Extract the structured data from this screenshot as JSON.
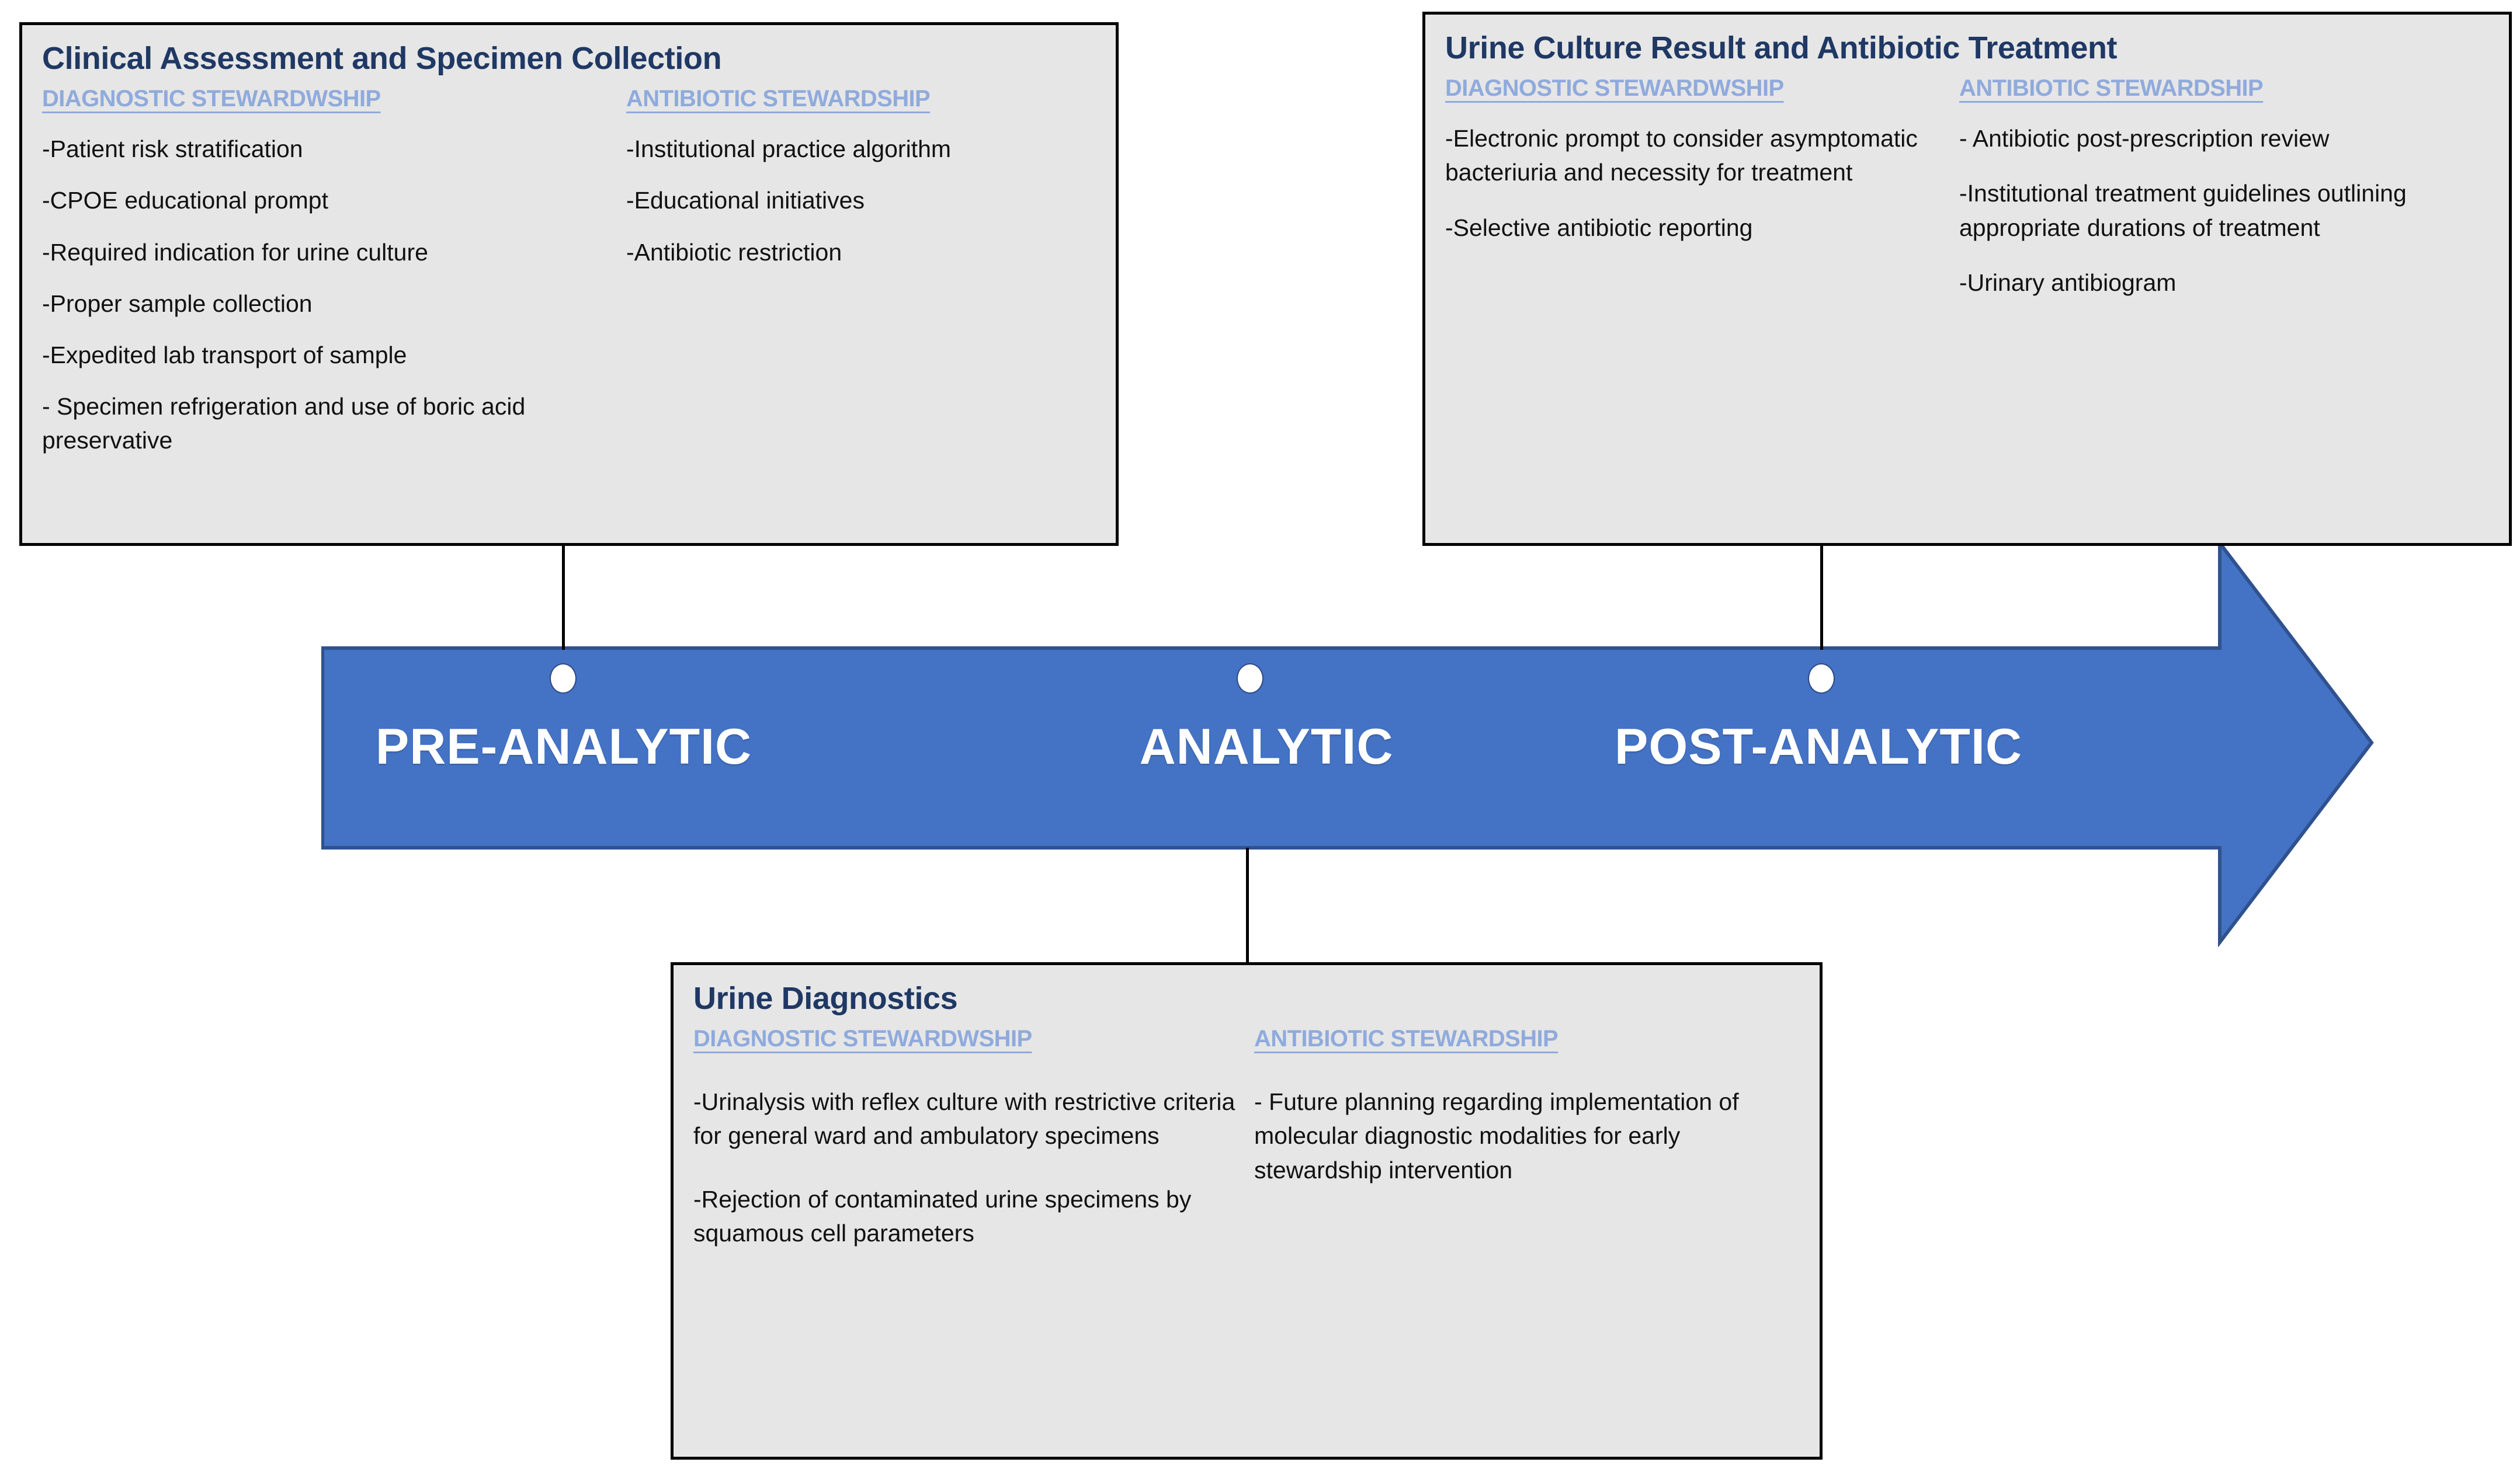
{
  "colors": {
    "arrow_fill": "#4472C4",
    "arrow_stroke": "#2F528F",
    "box_fill": "#E6E6E6",
    "box_border": "#000000",
    "box_title": "#1F3864",
    "column_header": "#8FAADC",
    "body_text": "#111111",
    "label_text": "#FFFFFF",
    "page_background": "#FFFFFF"
  },
  "timeline": {
    "stages": [
      {
        "id": "pre",
        "label": "PRE-ANALYTIC",
        "dot": "stage-dot"
      },
      {
        "id": "ana",
        "label": "ANALYTIC",
        "dot": "stage-dot"
      },
      {
        "id": "post",
        "label": "POST-ANALYTIC",
        "dot": "stage-dot"
      }
    ],
    "arrow_direction": "right"
  },
  "boxes": [
    {
      "id": "clinical",
      "title": "Clinical Assessment and Specimen Collection",
      "linked_stage": "PRE-ANALYTIC",
      "columns": [
        {
          "header": "DIAGNOSTIC STEWARDWSHIP",
          "items": [
            "-Patient risk stratification",
            "-CPOE educational prompt",
            "-Required indication for urine culture",
            "-Proper sample collection",
            "-Expedited lab transport of sample",
            "- Specimen refrigeration and use of boric acid preservative"
          ]
        },
        {
          "header": "ANTIBIOTIC STEWARDSHIP",
          "items": [
            "-Institutional practice algorithm",
            "-Educational initiatives",
            "-Antibiotic restriction"
          ]
        }
      ]
    },
    {
      "id": "culture",
      "title": "Urine Culture Result and Antibiotic Treatment",
      "linked_stage": "POST-ANALYTIC",
      "columns": [
        {
          "header": "DIAGNOSTIC STEWARDWSHIP",
          "items": [
            "-Electronic prompt to consider asymptomatic bacteriuria and necessity for treatment",
            "-Selective antibiotic reporting"
          ]
        },
        {
          "header": "ANTIBIOTIC STEWARDSHIP",
          "items": [
            "- Antibiotic post-prescription review",
            "-Institutional treatment guidelines outlining appropriate durations of treatment",
            "-Urinary antibiogram"
          ]
        }
      ]
    },
    {
      "id": "diagnostics",
      "title": "Urine Diagnostics",
      "linked_stage": "ANALYTIC",
      "columns": [
        {
          "header": "DIAGNOSTIC STEWARDWSHIP",
          "items": [
            "-Urinalysis with reflex culture with restrictive criteria for general ward and ambulatory specimens",
            "-Rejection of contaminated urine specimens by squamous cell parameters"
          ]
        },
        {
          "header": "ANTIBIOTIC STEWARDSHIP",
          "items": [
            "- Future planning regarding implementation of molecular diagnostic modalities for early stewardship intervention"
          ]
        }
      ]
    }
  ]
}
